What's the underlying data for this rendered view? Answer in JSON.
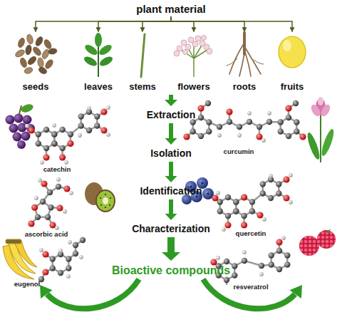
{
  "diagram": {
    "nodes": [
      {
        "text": [
          "plant material"
        ]
      },
      {
        "text": [
          "seeds"
        ]
      },
      {
        "text": [
          "leaves"
        ]
      },
      {
        "text": [
          "stems"
        ]
      },
      {
        "text": [
          "flowers"
        ]
      },
      {
        "text": [
          "roots"
        ]
      },
      {
        "text": [
          "fruits"
        ]
      },
      {
        "text": [
          "Extraction"
        ]
      },
      {
        "text": [
          "Isolation"
        ]
      },
      {
        "text": [
          "Identification"
        ]
      },
      {
        "text": [
          "Characterization"
        ]
      },
      {
        "text": [
          "Bioactive compounds"
        ]
      }
    ],
    "edges": [
      {
        "from": 0,
        "to": 1,
        "arrow": "to"
      },
      {
        "from": 0,
        "to": 2,
        "arrow": "to"
      },
      {
        "from": 0,
        "to": 3,
        "arrow": "to"
      },
      {
        "from": 0,
        "to": 4,
        "arrow": "to"
      },
      {
        "from": 0,
        "to": 5,
        "arrow": "to"
      },
      {
        "from": 0,
        "to": 6,
        "arrow": "to"
      },
      {
        "from": 7,
        "to": 8,
        "arrow": "to"
      },
      {
        "from": 8,
        "to": 9,
        "arrow": "to"
      },
      {
        "from": 9,
        "to": 10,
        "arrow": "to"
      },
      {
        "from": 10,
        "to": 11,
        "arrow": "to"
      }
    ],
    "labels": [
      "catechin",
      "curcumin",
      "ascorbic acid",
      "quercetin",
      "eugenol",
      "resveratrol"
    ]
  }
}
